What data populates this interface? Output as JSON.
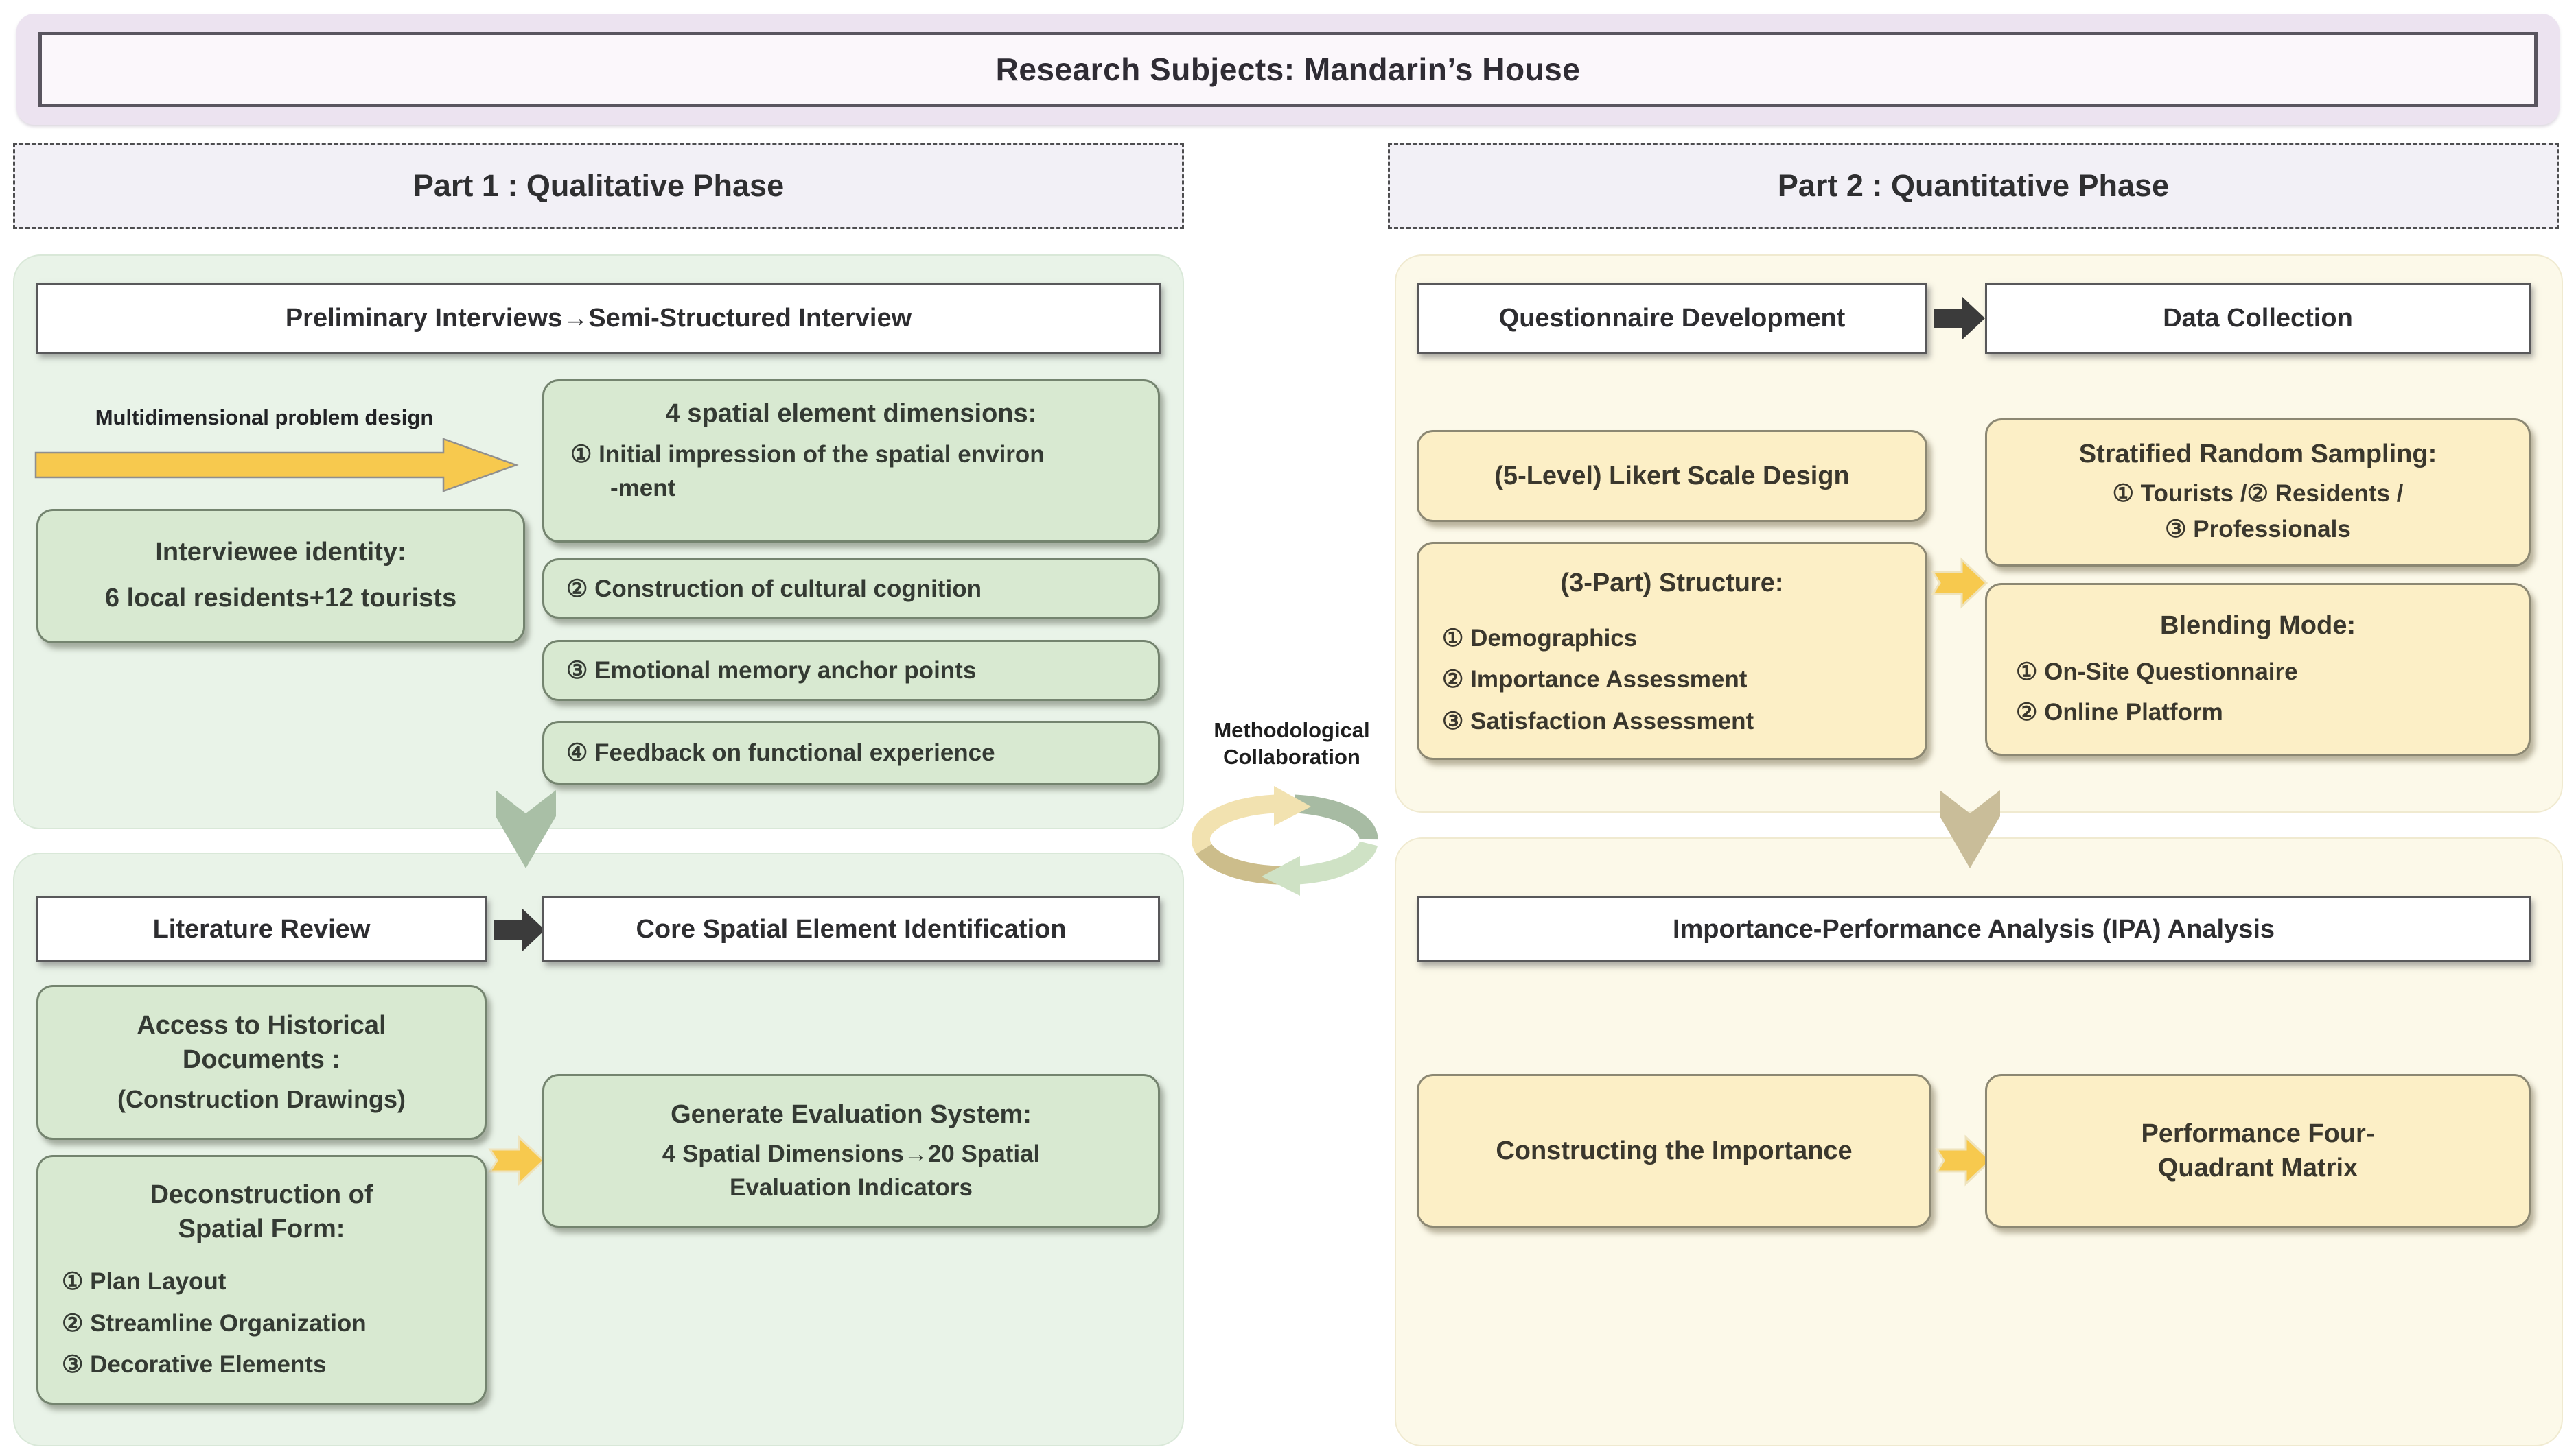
{
  "title": "Research Subjects: Mandarin’s House",
  "colors": {
    "title_bar_bg": "#ece3f0",
    "part_header_bg": "#f2f0f6",
    "qualitative_panel_bg": "#e9f3e8",
    "quantitative_panel_bg": "#fcf9e9",
    "green_box_bg": "#d8e9d1",
    "yellow_box_bg": "#fcefc6",
    "gold_arrow": "#f7c94e",
    "sage_down_arrow": "#a9bfa6",
    "tan_down_arrow": "#c9bd99",
    "black_arrow": "#3b3b3b"
  },
  "part1": {
    "header": "Part 1 : Qualitative Phase",
    "interview_flow": {
      "header": "Preliminary Interviews→Semi-Structured Interview",
      "arrow_label": "Multidimensional problem design",
      "interviewee": {
        "title": "Interviewee identity:",
        "body": "6 local residents+12 tourists"
      },
      "dimensions": {
        "title": "4 spatial element dimensions:",
        "body": "① Initial impression of the spatial environ\n-ment"
      },
      "dimension_items": [
        "② Construction of cultural cognition",
        "③ Emotional memory anchor points",
        "④ Feedback on functional experience"
      ]
    },
    "literature_flow": {
      "header_left": "Literature Review",
      "header_right": "Core Spatial Element Identification",
      "access": {
        "title": "Access to Historical\nDocuments :",
        "body": "(Construction Drawings)"
      },
      "deconstruction": {
        "title": "Deconstruction of\nSpatial Form:",
        "items": [
          "① Plan Layout",
          "② Streamline Organization",
          "③ Decorative Elements"
        ]
      },
      "generate": {
        "title": "Generate Evaluation System:",
        "body": "4 Spatial Dimensions→20 Spatial\nEvaluation Indicators"
      }
    }
  },
  "part2": {
    "header": "Part 2 : Quantitative Phase",
    "questionnaire_flow": {
      "header_left": "Questionnaire Development",
      "header_right": "Data Collection",
      "likert": "(5-Level) Likert Scale Design",
      "structure": {
        "title": "(3-Part) Structure:",
        "items": [
          "① Demographics",
          "② Importance Assessment",
          "③ Satisfaction Assessment"
        ]
      },
      "sampling": {
        "title": "Stratified Random Sampling:",
        "body": "① Tourists /② Residents /\n③ Professionals"
      },
      "blending": {
        "title": "Blending Mode:",
        "items": [
          "① On-Site Questionnaire",
          "② Online Platform"
        ]
      }
    },
    "ipa_flow": {
      "header": "Importance-Performance Analysis (IPA) Analysis",
      "importance": "Constructing the Importance",
      "matrix": "Performance Four-\nQuadrant Matrix"
    }
  },
  "center": {
    "label": "Methodological\nCollaboration"
  }
}
